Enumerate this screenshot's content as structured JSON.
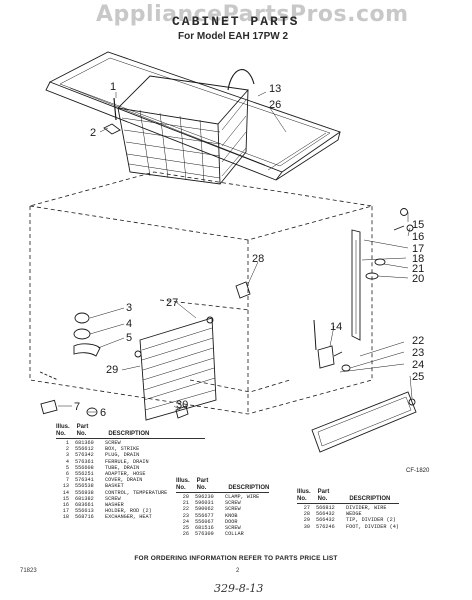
{
  "watermark": "AppliancePartsPros.com",
  "title": "CABINET PARTS",
  "subtitle": "For Model EAH 17PW 2",
  "callouts": [
    "13",
    "26",
    "2",
    "1",
    "28",
    "27",
    "3",
    "4",
    "5",
    "29",
    "14",
    "30",
    "15",
    "16",
    "17",
    "18",
    "21",
    "20",
    "22",
    "23",
    "24",
    "25",
    "7",
    "6"
  ],
  "table_header": {
    "illus": "Illus.",
    "part": "Part",
    "no": "No.",
    "no2": "No.",
    "desc": "DESCRIPTION"
  },
  "parts_table_1": [
    {
      "illus": "1",
      "part": "681360",
      "desc": "SCREW"
    },
    {
      "illus": "2",
      "part": "556612",
      "desc": "BOX, STRIKE"
    },
    {
      "illus": "3",
      "part": "576342",
      "desc": "PLUG, DRAIN"
    },
    {
      "illus": "4",
      "part": "576361",
      "desc": "FERRULE, DRAIN"
    },
    {
      "illus": "5",
      "part": "556608",
      "desc": "TUBE, DRAIN"
    },
    {
      "illus": "6",
      "part": "556251",
      "desc": "ADAPTER, HOSE"
    },
    {
      "illus": "7",
      "part": "576341",
      "desc": "COVER, DRAIN"
    },
    {
      "illus": "13",
      "part": "556538",
      "desc": "BASKET"
    },
    {
      "illus": "14",
      "part": "556938",
      "desc": "CONTROL, TEMPERATURE"
    },
    {
      "illus": "15",
      "part": "681382",
      "desc": "SCREW"
    },
    {
      "illus": "16",
      "part": "683661",
      "desc": "WASHER"
    },
    {
      "illus": "17",
      "part": "556613",
      "desc": "HOLDER, ROD (2)"
    },
    {
      "illus": "18",
      "part": "568716",
      "desc": "EXCHANGER, HEAT"
    }
  ],
  "parts_table_2": [
    {
      "illus": "20",
      "part": "596230",
      "desc": "CLAMP, WIRE"
    },
    {
      "illus": "21",
      "part": "596031",
      "desc": "SCREW"
    },
    {
      "illus": "22",
      "part": "590062",
      "desc": "SCREW"
    },
    {
      "illus": "23",
      "part": "556677",
      "desc": "KNOB"
    },
    {
      "illus": "24",
      "part": "556067",
      "desc": "DOOR"
    },
    {
      "illus": "25",
      "part": "681516",
      "desc": "SCREW"
    },
    {
      "illus": "26",
      "part": "576309",
      "desc": "COLLAR"
    }
  ],
  "parts_table_3": [
    {
      "illus": "27",
      "part": "566812",
      "desc": "DIVIDER, WIRE"
    },
    {
      "illus": "28",
      "part": "566432",
      "desc": "WEDGE"
    },
    {
      "illus": "29",
      "part": "566432",
      "desc": "TIP, DIVIDER (2)"
    },
    {
      "illus": "30",
      "part": "576246",
      "desc": "FOOT, DIVIDER (4)"
    }
  ],
  "figure_code": "CF-1820",
  "footer_note": "FOR ORDERING INFORMATION REFER TO PARTS PRICE LIST",
  "publication": "71823",
  "page_number": "2",
  "handwritten": "329-8-13",
  "colors": {
    "line": "#1a1a1a",
    "watermark": "#c8c8c8",
    "background": "#ffffff"
  }
}
